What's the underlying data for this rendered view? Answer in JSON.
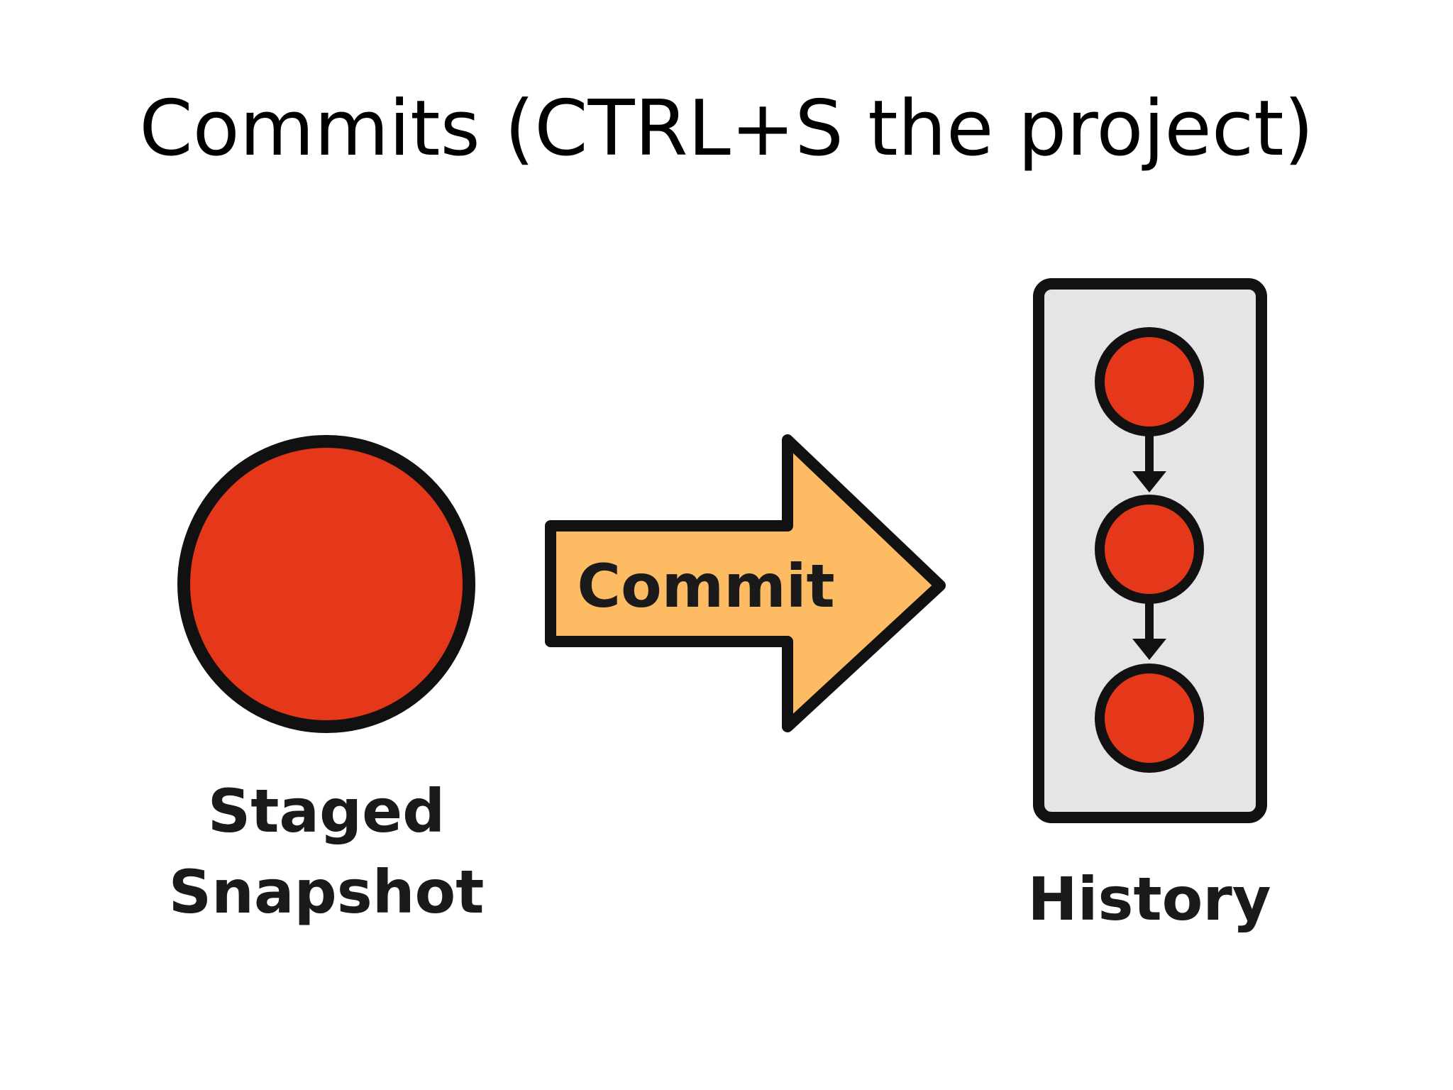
{
  "slide": {
    "title": "Commits (CTRL+S the project)"
  },
  "diagram": {
    "arrow_label": "Commit",
    "staged_label_line1": "Staged",
    "staged_label_line2": "Snapshot",
    "history_label": "History",
    "colors": {
      "snapshot_fill": "#E5381B",
      "arrow_fill": "#FDBC63",
      "history_panel_fill": "#E5E5E7",
      "outline": "#111111"
    },
    "history_commit_count": 3
  }
}
